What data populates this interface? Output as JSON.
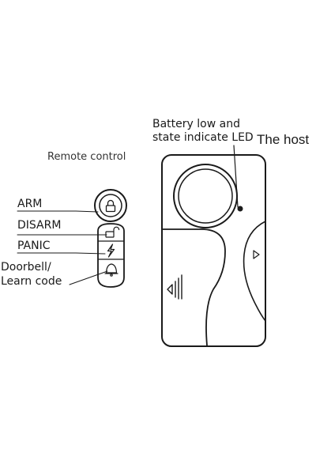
{
  "remote": {
    "title": "Remote control",
    "buttons": [
      {
        "label": "ARM",
        "icon": "lock-icon"
      },
      {
        "label": "DISARM",
        "icon": "unlock-icon"
      },
      {
        "label": "PANIC",
        "icon": "lightning-icon"
      },
      {
        "label_line1": "Doorbell/",
        "label_line2": "Learn code",
        "icon": "bell-icon"
      }
    ]
  },
  "host": {
    "title": "The host",
    "led_label_line1": "Battery low and",
    "led_label_line2": "state indicate LED",
    "side_icons": [
      "triangle-arrow-right-icon",
      "volume-icon"
    ]
  }
}
